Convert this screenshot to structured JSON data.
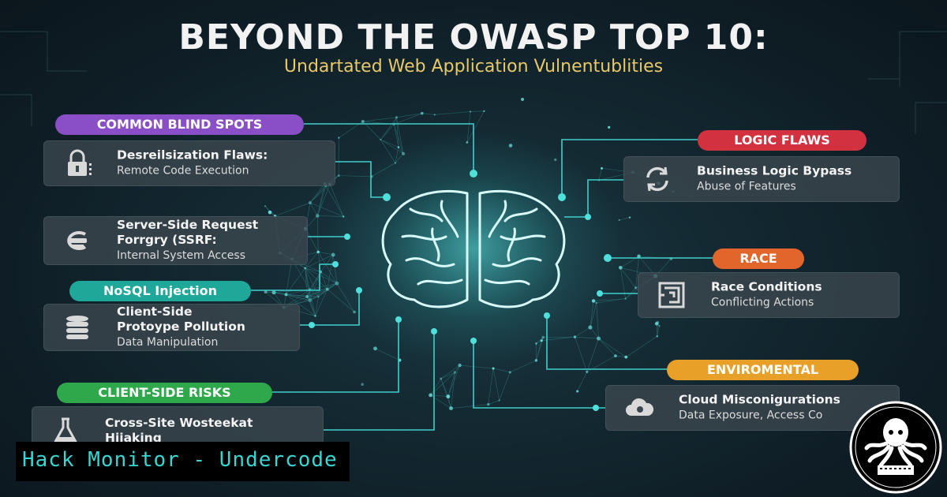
{
  "header": {
    "title": "BEYOND THE OWASP TOP 10:",
    "subtitle": "Undartated Web Application Vulnentublities"
  },
  "categories": {
    "common_blind_spots": "COMMON BLIND SPOTS",
    "logic_flaws": "LOGIC FLAWS",
    "nosql_injection": "NoSQL Injection",
    "race": "RACE",
    "client_side_risks": "CLIENT-SIDE RISKS",
    "enviromental": "ENVIROMENTAL"
  },
  "cards": {
    "deserialization": {
      "title": "Desreilsization Flaws:",
      "subtitle": "Remote Code Execution",
      "icon": "padlock-icon"
    },
    "ssrf": {
      "title": "Server-Side Request\nForrgry (SSRF:",
      "subtitle": "Internal System Access",
      "icon": "server-request-icon"
    },
    "prototype": {
      "title": "Client-Side\nProtoype Pollution",
      "subtitle": "Data Manipulation",
      "icon": "database-icon"
    },
    "cross_site": {
      "title": "Cross-Site Wosteekat\nHijaking",
      "subtitle": "",
      "icon": "flask-icon"
    },
    "business_logic": {
      "title": "Business Logic Bypass",
      "subtitle": "Abuse of Features",
      "icon": "refresh-icon"
    },
    "race_conditions": {
      "title": "Race Conditions",
      "subtitle": "Conflicting Actions",
      "icon": "maze-icon"
    },
    "cloud": {
      "title": "Cloud Misconigurations",
      "subtitle": "Data Exposure, Access Co",
      "icon": "cloud-icon"
    }
  },
  "watermark": {
    "text": "Hack Monitor - Undercode"
  },
  "colors": {
    "background": "#0f1e26",
    "accent": "#37d6d2",
    "subtitle": "#e8c86a",
    "blind_spots": "#8a4fc6",
    "logic_flaws": "#d2323f",
    "nosql": "#1fa79a",
    "race": "#e2662c",
    "client_side": "#2ea84b",
    "enviromental": "#e8a028"
  }
}
